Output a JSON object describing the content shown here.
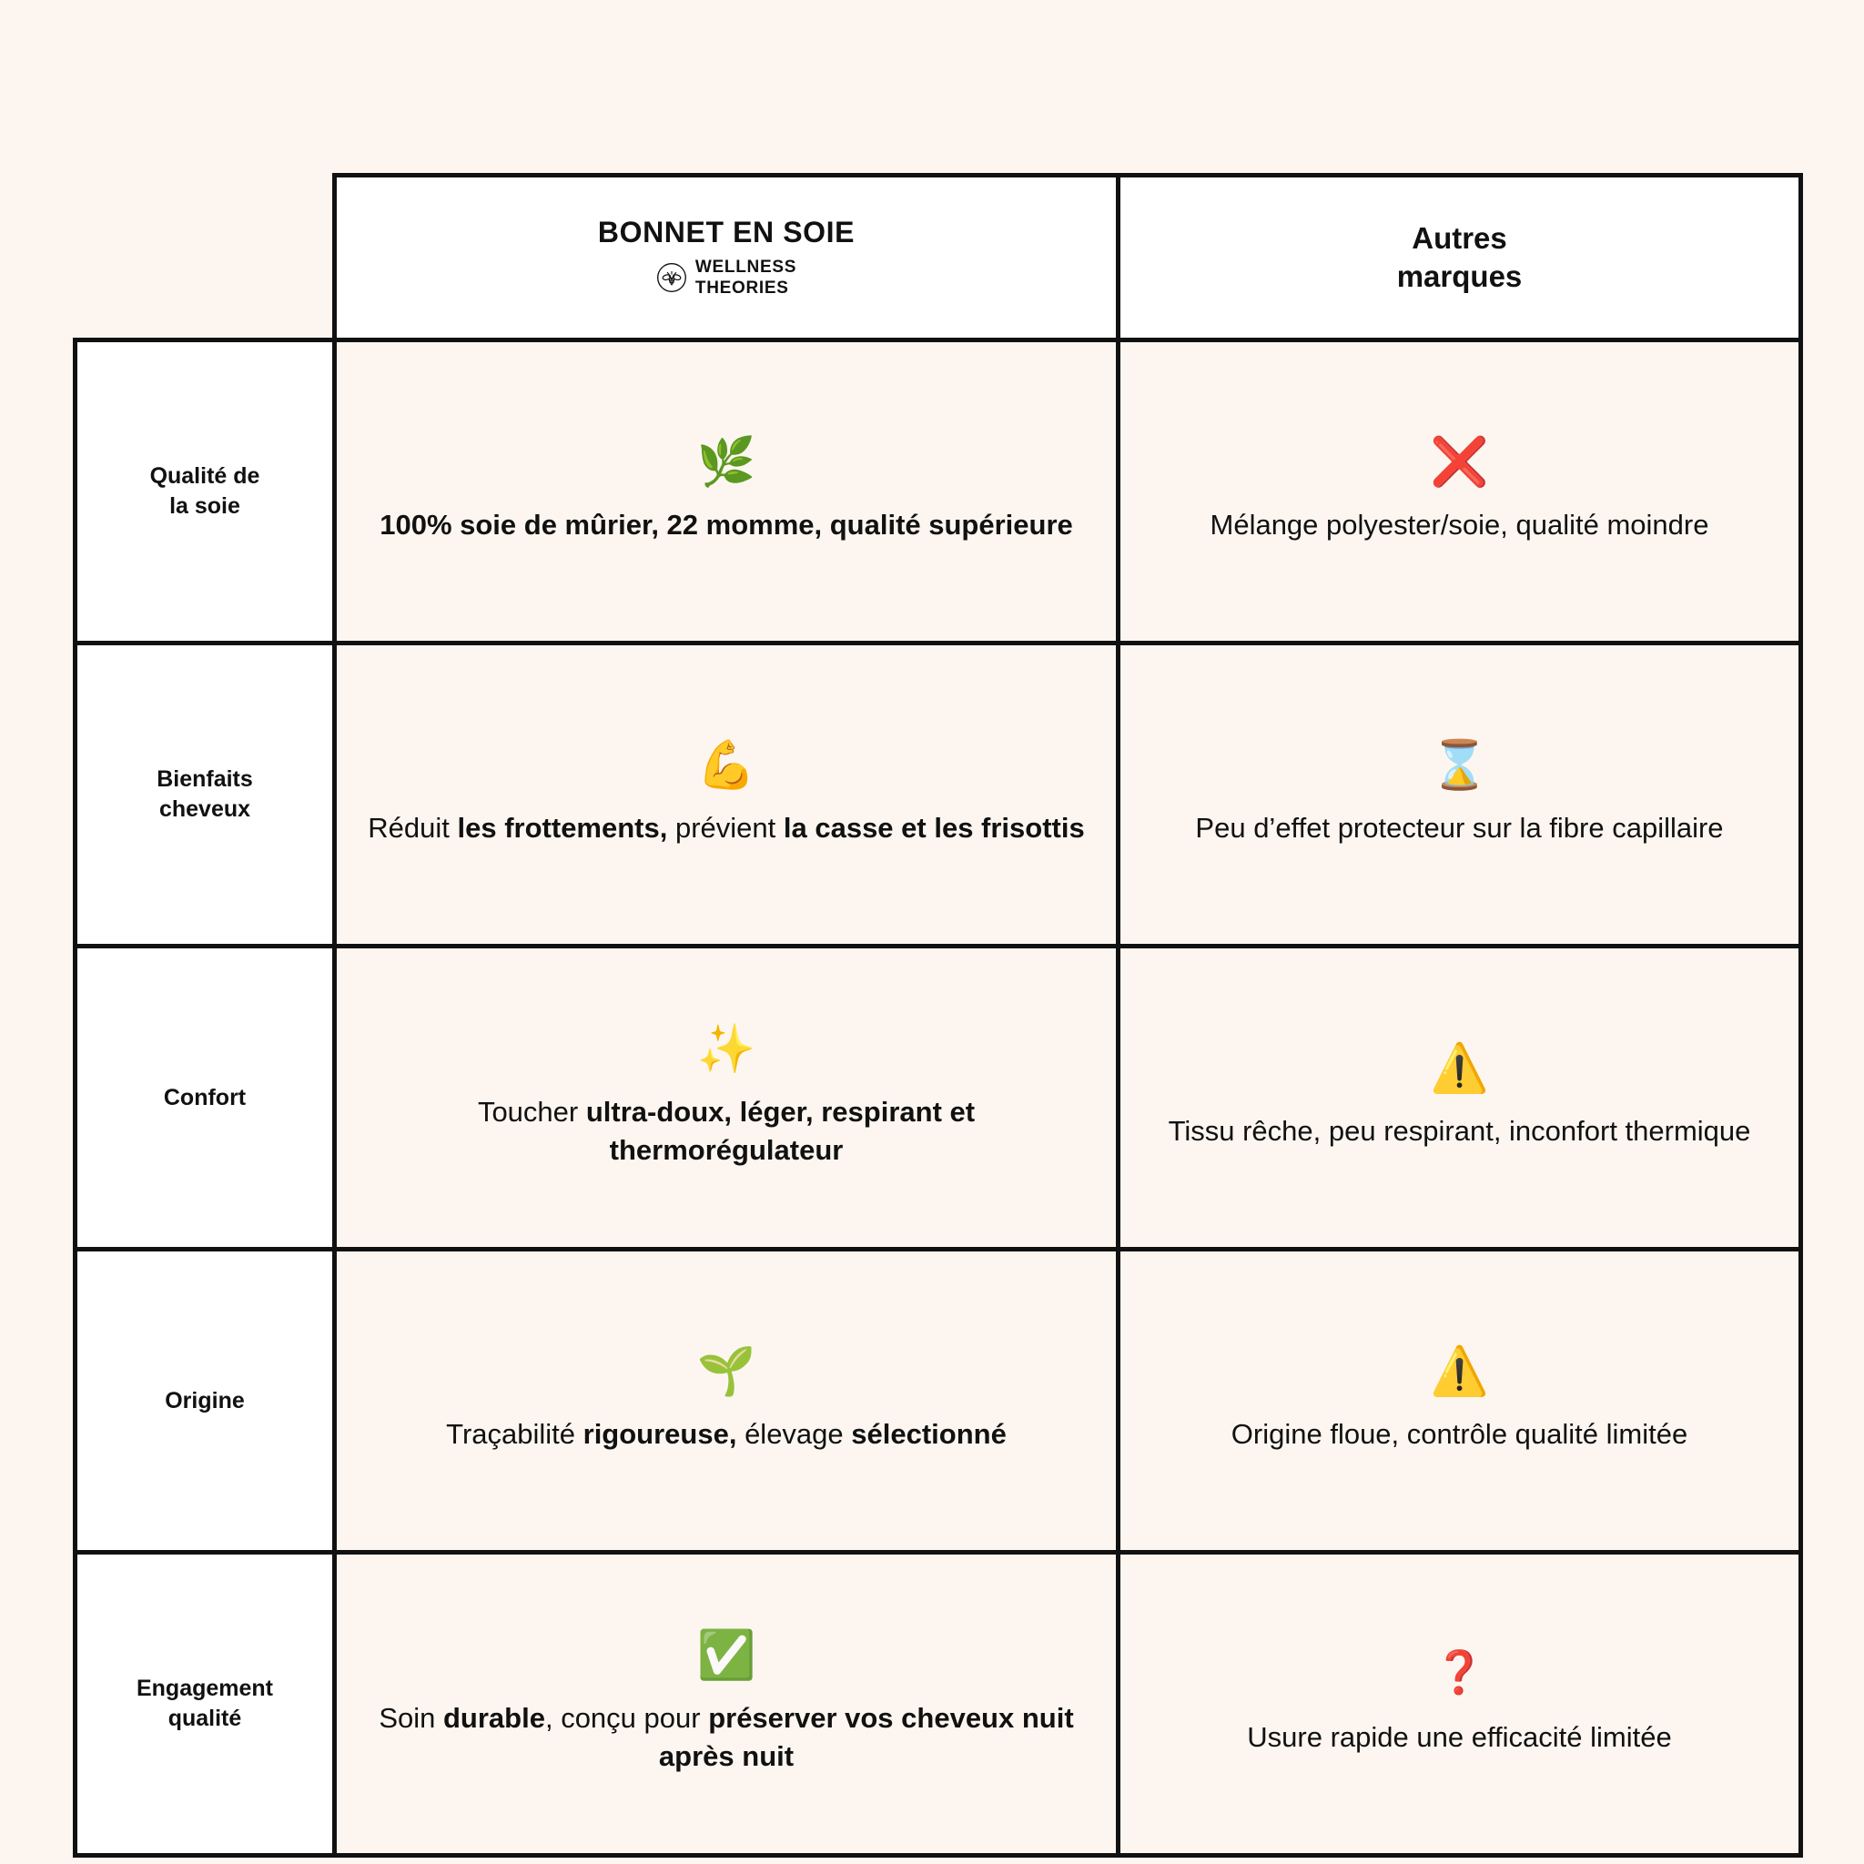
{
  "palette": {
    "page_background": "#FDF6F0",
    "cell_background": "#FDF6F0",
    "label_background": "#FFFFFF",
    "border": "#111111",
    "text": "#111111",
    "negative": "#E01B1B",
    "warning": "#F5C518",
    "positive": "#2ECC40"
  },
  "header": {
    "label_column": "",
    "brand": {
      "title": "BONNET EN SOIE",
      "logo_icon": "bee-circle-icon",
      "sub_line_1": "WELLNESS",
      "sub_line_2": "THEORIES"
    },
    "other": {
      "line_1": "Autres",
      "line_2": "marques"
    }
  },
  "rows": [
    {
      "label_line_1": "Qualité de",
      "label_line_2": "la soie",
      "brand": {
        "icon": "herb-leaf-icon",
        "icon_glyph": "🌿",
        "text_html": "100% soie de mûrier, 22 momme, qualité supérieure",
        "bold": "all"
      },
      "other": {
        "icon": "red-cross-mark-icon",
        "icon_glyph": "❌",
        "text_html": "Mélange polyester/soie, qualité moindre"
      }
    },
    {
      "label_line_1": "Bienfaits",
      "label_line_2": "cheveux",
      "brand": {
        "icon": "flexed-biceps-icon",
        "icon_glyph": "💪",
        "text_html": "Réduit <b>les frottements,</b> prévient <b>la casse et les frisottis</b>",
        "bold": "partial"
      },
      "other": {
        "icon": "hourglass-icon",
        "icon_glyph": "⌛",
        "text_html": "Peu d’effet protecteur sur la fibre capillaire"
      }
    },
    {
      "label_line_1": "Confort",
      "label_line_2": "",
      "brand": {
        "icon": "sparkles-icon",
        "icon_glyph": "✨",
        "text_html": "Toucher <b>ultra-doux, léger, respirant et thermorégulateur</b>",
        "bold": "partial"
      },
      "other": {
        "icon": "warning-triangle-icon",
        "icon_glyph": "⚠️",
        "text_html": "Tissu rêche, peu respirant, inconfort thermique"
      }
    },
    {
      "label_line_1": "Origine",
      "label_line_2": "",
      "brand": {
        "icon": "seedling-icon",
        "icon_glyph": "🌱",
        "text_html": "Traçabilité <b>rigoureuse,</b> élevage <b>sélectionné</b>",
        "bold": "partial"
      },
      "other": {
        "icon": "warning-triangle-icon",
        "icon_glyph": "⚠️",
        "text_html": "Origine floue, contrôle qualité limitée"
      }
    },
    {
      "label_line_1": "Engagement",
      "label_line_2": "qualité",
      "brand": {
        "icon": "green-check-box-icon",
        "icon_glyph": "✅",
        "text_html": "Soin <b>durable</b>, conçu pour <b>préserver vos cheveux nuit après nuit</b>",
        "bold": "partial"
      },
      "other": {
        "icon": "red-question-mark-icon",
        "icon_glyph": "❓",
        "text_html": "Usure rapide une efficacité limitée"
      }
    }
  ]
}
